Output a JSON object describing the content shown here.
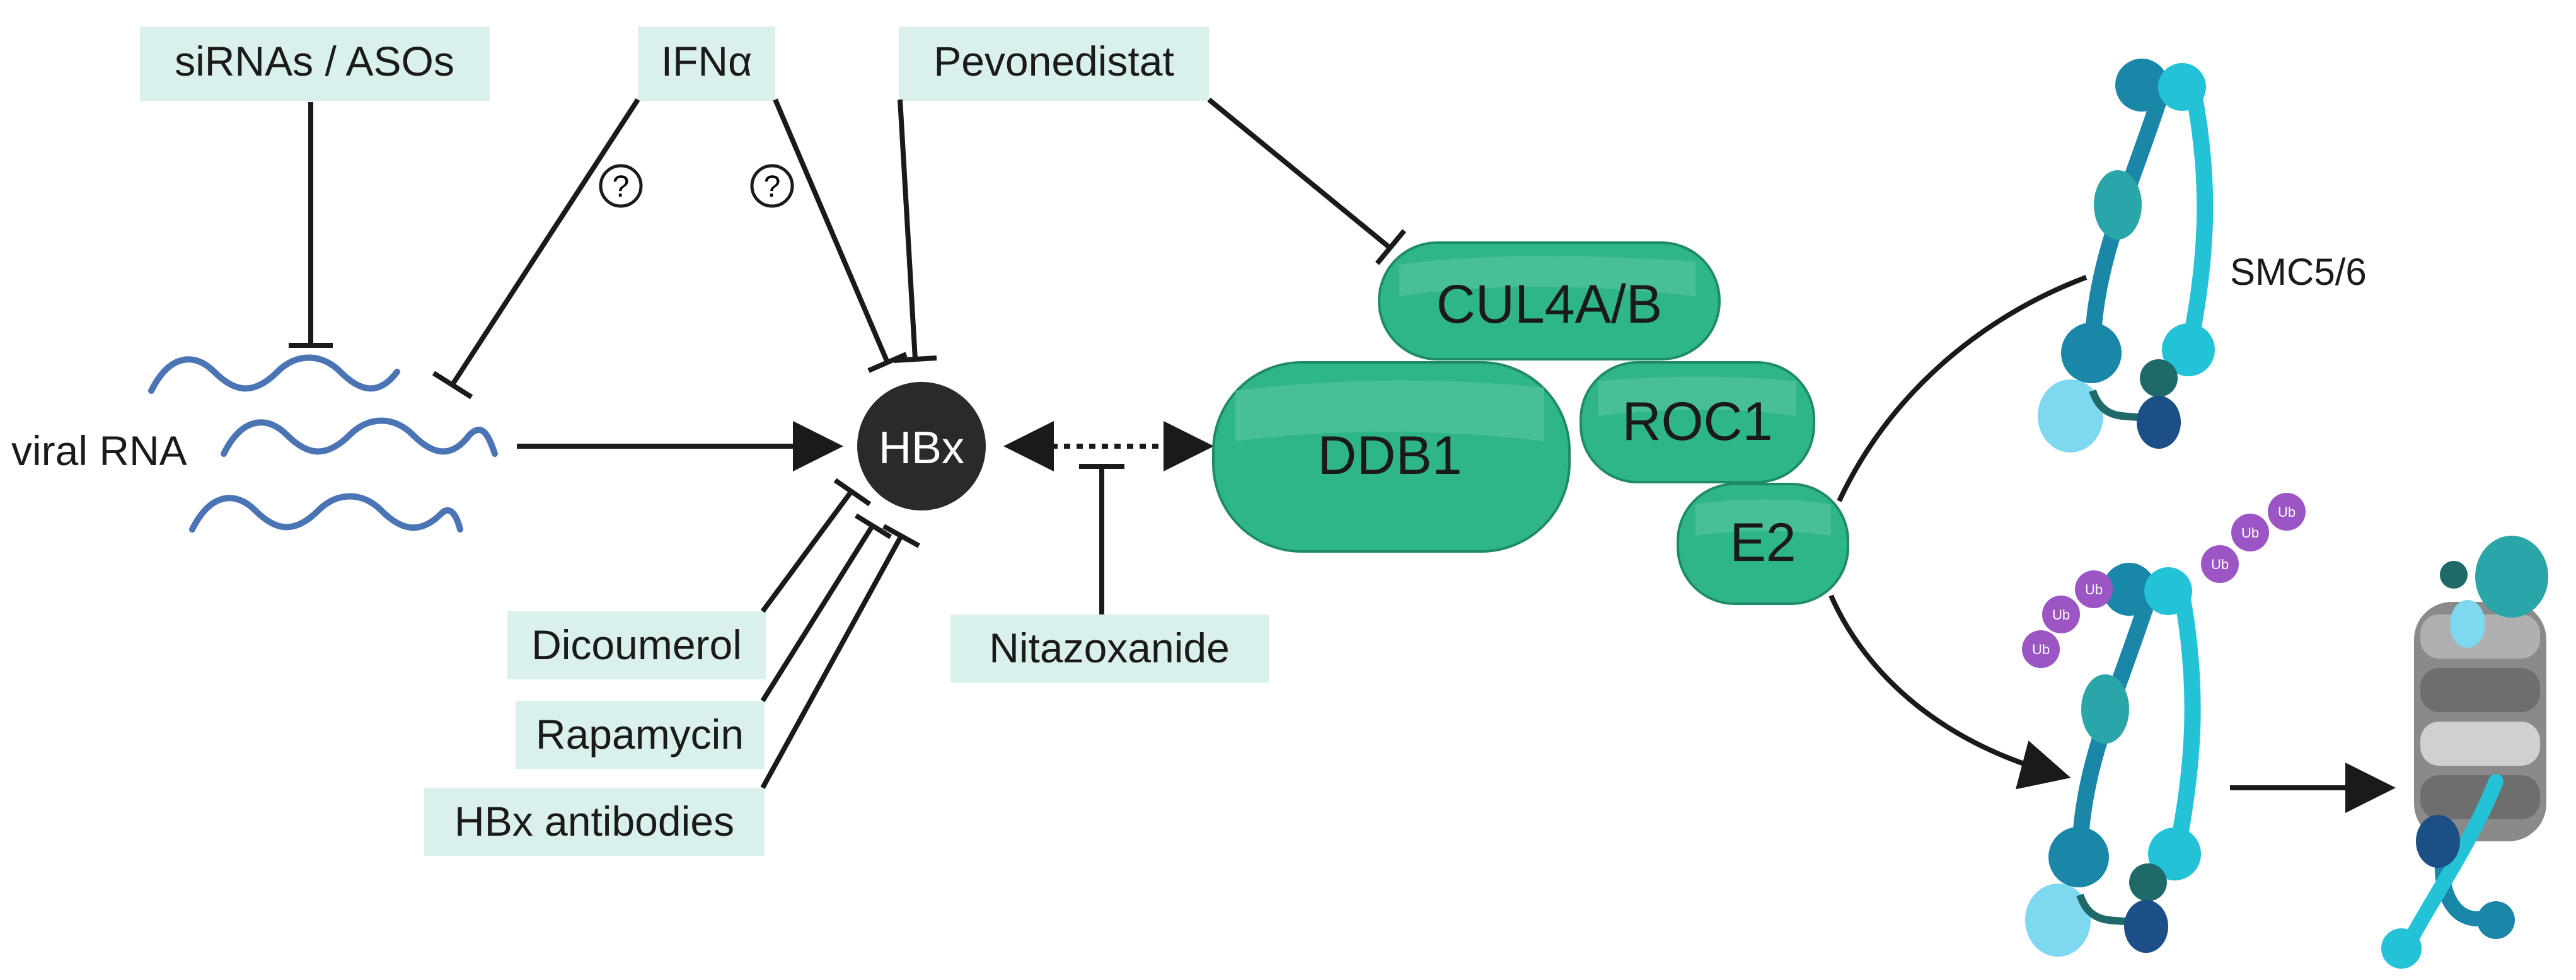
{
  "inhibitors": {
    "sirna": "siRNAs / ASOs",
    "ifn": "IFNα",
    "pevonedistat": "Pevonedistat",
    "dicoumerol": "Dicoumerol",
    "rapamycin": "Rapamycin",
    "hbx_antibodies": "HBx antibodies",
    "nitazoxanide": "Nitazoxanide"
  },
  "nodes": {
    "viral_rna": "viral RNA",
    "hbx": "HBx",
    "cul4": "CUL4A/B",
    "ddb1": "DDB1",
    "roc1": "ROC1",
    "e2": "E2",
    "smc": "SMC5/6",
    "ub": "Ub",
    "question": "?"
  },
  "colors": {
    "label_box": "#d9f0ec",
    "complex_green": "#2fb58a",
    "complex_highlight": "#5cc79f",
    "hbx_circle": "#2a2a2a",
    "rna_wave": "#4a74b4",
    "smc_dark": "#1a86a8",
    "smc_light": "#23c2d6",
    "ubiquitin": "#9b55c4",
    "proteasome_grey": "#8a8a8a"
  }
}
